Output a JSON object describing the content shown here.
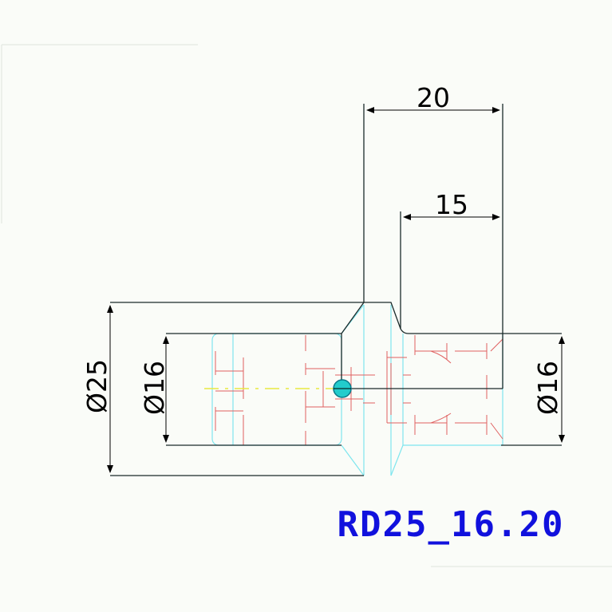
{
  "drawing": {
    "dimensions": {
      "width_top": "20",
      "width_inner": "15",
      "dia_outer": "Ø25",
      "dia_left": "Ø16",
      "dia_right": "Ø16"
    },
    "part_name": "RD25_16.20",
    "colors": {
      "title": "#1111dd",
      "outline": "#1a2a2a",
      "hidden": "#7ee6ee",
      "section": "#e06060",
      "center": "#e8e840",
      "marker": "#22cccc"
    }
  }
}
